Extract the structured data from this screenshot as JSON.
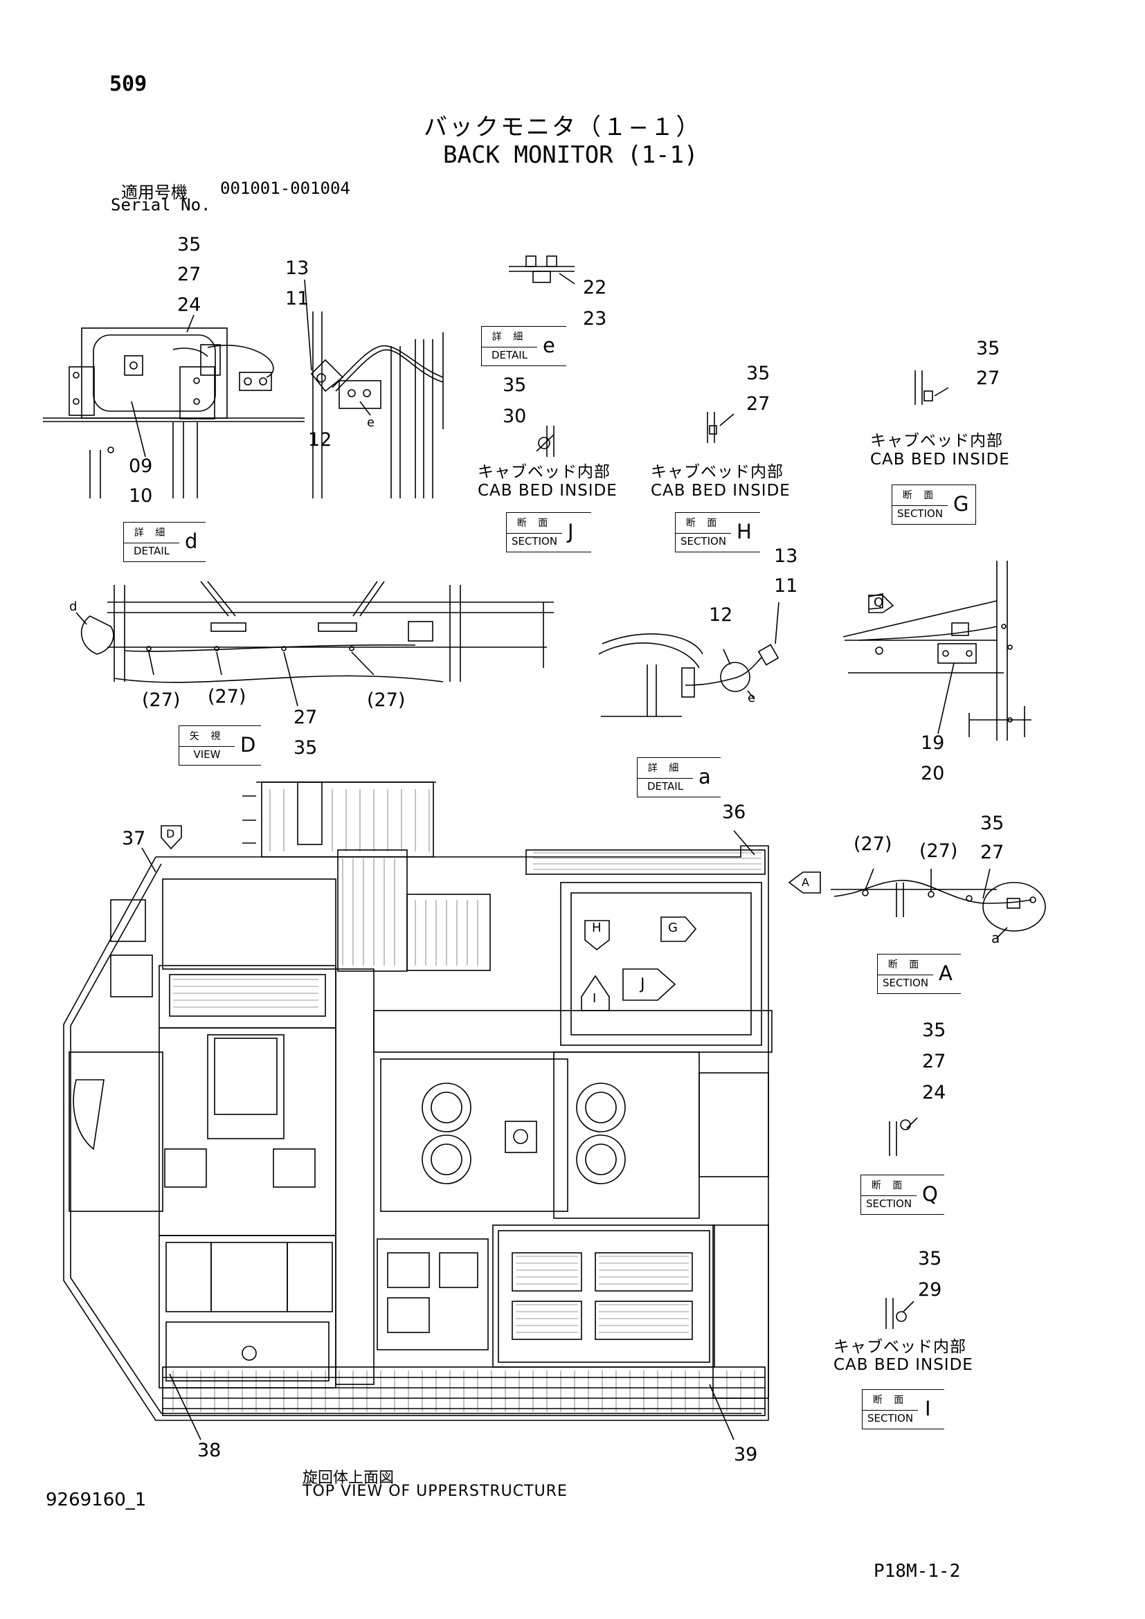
{
  "header": {
    "page_number": "509",
    "title_jp": "バックモニタ（１−１）",
    "title_en": "BACK MONITOR (1-1)",
    "serial_label_jp": "適用号機",
    "serial_range": "001001-001004",
    "serial_label_en": "Serial No."
  },
  "detail_d": {
    "callouts_top": [
      "35",
      "27",
      "24"
    ],
    "callout_11_13": [
      "13",
      "11"
    ],
    "callout_12": "12",
    "callout_09_10": [
      "09",
      "10"
    ],
    "ref_e": "e",
    "tag": {
      "jp": "詳 細",
      "en": "DETAIL",
      "letter": "d"
    }
  },
  "detail_e": {
    "callouts": [
      "22",
      "23"
    ],
    "tag": {
      "jp": "詳 細",
      "en": "DETAIL",
      "letter": "e"
    }
  },
  "section_j": {
    "callouts": [
      "35",
      "30"
    ],
    "caption_jp": "キャブベッド内部",
    "caption_en": "CAB BED INSIDE",
    "tag": {
      "jp": "断 面",
      "en": "SECTION",
      "letter": "J"
    }
  },
  "section_h": {
    "callouts": [
      "35",
      "27"
    ],
    "caption_jp": "キャブベッド内部",
    "caption_en": "CAB BED INSIDE",
    "tag": {
      "jp": "断 面",
      "en": "SECTION",
      "letter": "H"
    }
  },
  "section_g": {
    "callouts": [
      "35",
      "27"
    ],
    "caption_jp": "キャブベッド内部",
    "caption_en": "CAB BED INSIDE",
    "tag": {
      "jp": "断 面",
      "en": "SECTION",
      "letter": "G"
    }
  },
  "view_d": {
    "ref_d": "d",
    "callouts_paren": [
      "(27)",
      "(27)",
      "(27)"
    ],
    "callout_bottom": [
      "27",
      "35"
    ],
    "tag": {
      "jp": "矢 視",
      "en": "VIEW",
      "letter": "D"
    }
  },
  "detail_a": {
    "callouts_top": [
      "13",
      "11"
    ],
    "callout_12": "12",
    "ref_e": "e",
    "tag": {
      "jp": "詳 細",
      "en": "DETAIL",
      "letter": "a"
    }
  },
  "section_q_view": {
    "arrow_label": "Q",
    "callouts": [
      "19",
      "20"
    ]
  },
  "section_a": {
    "callouts_paren": [
      "(27)",
      "(27)"
    ],
    "callouts": [
      "35",
      "27"
    ],
    "ref_a": "a",
    "tag": {
      "jp": "断 面",
      "en": "SECTION",
      "letter": "A"
    }
  },
  "section_q": {
    "callouts": [
      "35",
      "27",
      "24"
    ],
    "tag": {
      "jp": "断 面",
      "en": "SECTION",
      "letter": "Q"
    }
  },
  "section_i": {
    "callouts": [
      "35",
      "29"
    ],
    "caption_jp": "キャブベッド内部",
    "caption_en": "CAB BED INSIDE",
    "tag": {
      "jp": "断 面",
      "en": "SECTION",
      "letter": "I"
    }
  },
  "top_view": {
    "callouts": {
      "c36": "36",
      "c37": "37",
      "c38": "38",
      "c39": "39"
    },
    "arrows": {
      "D": "D",
      "A": "A",
      "H": "H",
      "G": "G",
      "J": "J",
      "I": "I"
    },
    "caption_jp": "旋回体上面図",
    "caption_en": "TOP VIEW OF UPPERSTRUCTURE"
  },
  "footer": {
    "drawing_number": "9269160_1",
    "page_code": "P18M-1-2"
  }
}
